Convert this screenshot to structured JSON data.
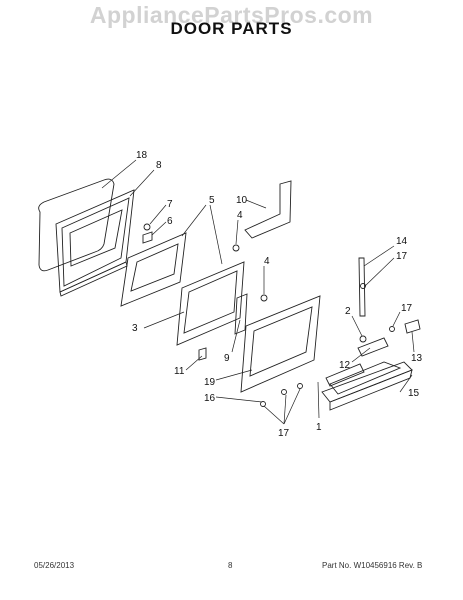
{
  "watermark": "AppliancePartsPros.com",
  "title": "DOOR PARTS",
  "callouts": [
    "18",
    "8",
    "7",
    "6",
    "5",
    "10",
    "4",
    "4",
    "14",
    "17",
    "3",
    "2",
    "17",
    "12",
    "13",
    "11",
    "9",
    "19",
    "16",
    "15",
    "17",
    "1"
  ],
  "footer": {
    "date": "05/26/2013",
    "page": "8",
    "part_info": "Part No. W10456916  Rev. B"
  }
}
